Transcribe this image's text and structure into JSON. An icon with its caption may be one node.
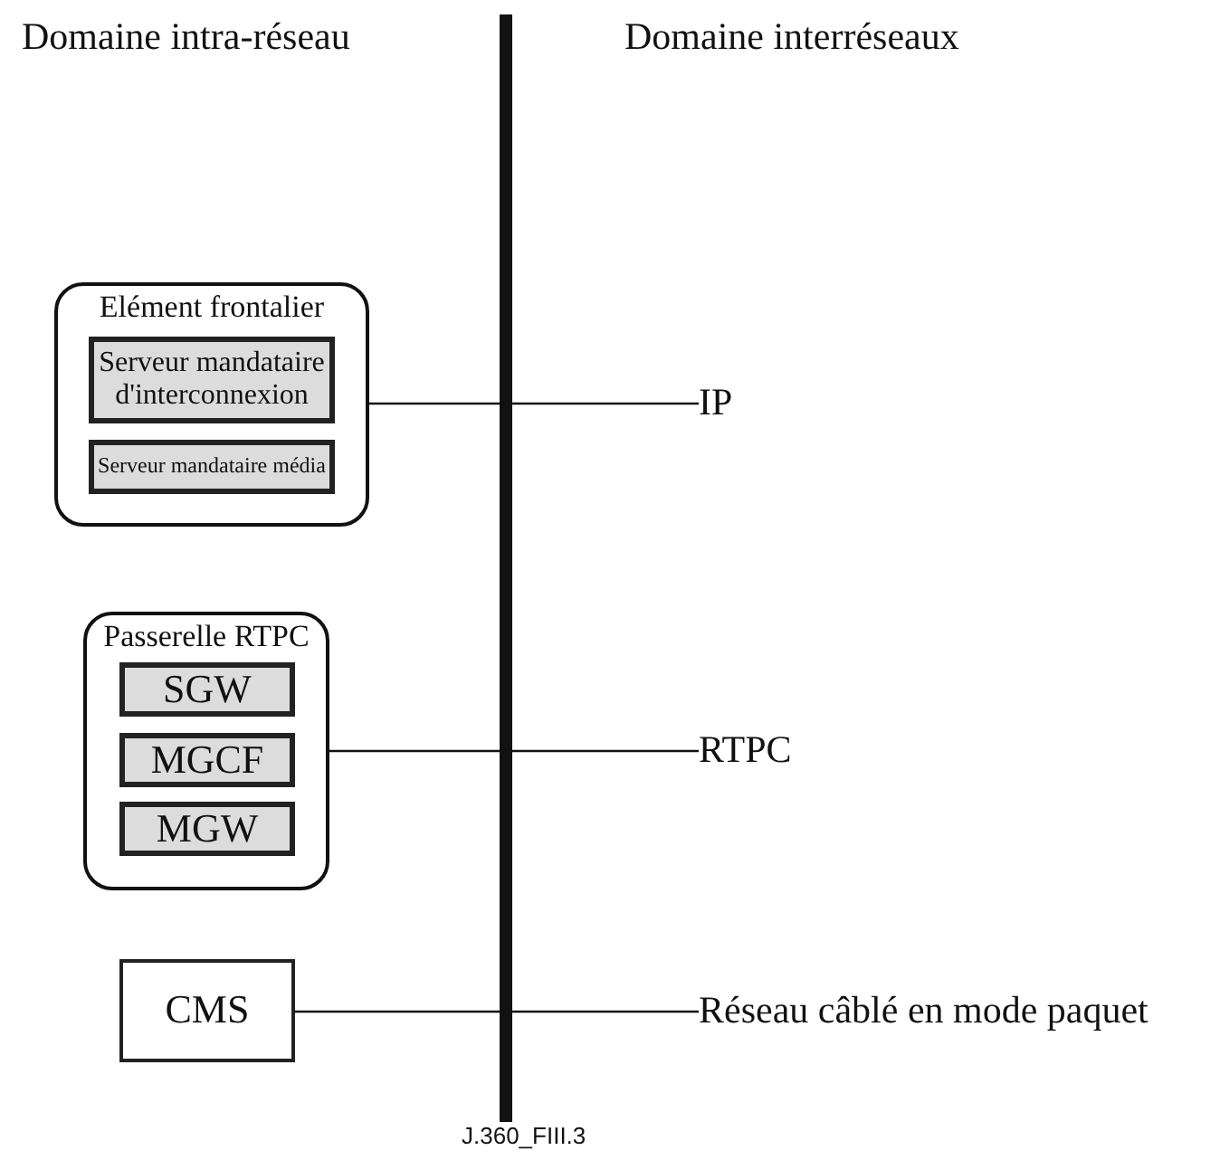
{
  "diagram": {
    "nodes": [
      {
        "text": [
          "Elément frontalier"
        ]
      },
      {
        "text": [
          "Serveur mandataire d'interconnexion"
        ],
        "in": 0
      },
      {
        "text": [
          "Serveur mandataire média"
        ],
        "in": 0
      },
      {
        "text": [
          "Passerelle RTPC"
        ]
      },
      {
        "text": [
          "SGW"
        ],
        "in": 3
      },
      {
        "text": [
          "MGCF"
        ],
        "in": 3
      },
      {
        "text": [
          "MGW"
        ],
        "in": 3
      },
      {
        "text": [
          "CMS"
        ]
      },
      {
        "text": [
          "IP"
        ]
      },
      {
        "text": [
          "RTPC"
        ]
      },
      {
        "text": [
          "Réseau câblé en mode paquet"
        ]
      }
    ],
    "edges": [
      {
        "from": 0,
        "to": 8,
        "arrow": "none"
      },
      {
        "from": 3,
        "to": 9,
        "arrow": "none"
      },
      {
        "from": 7,
        "to": 10,
        "arrow": "none"
      }
    ],
    "labels": [
      "Domaine intra-réseau",
      "Domaine interréseaux",
      "J.360_FIII.3"
    ]
  }
}
